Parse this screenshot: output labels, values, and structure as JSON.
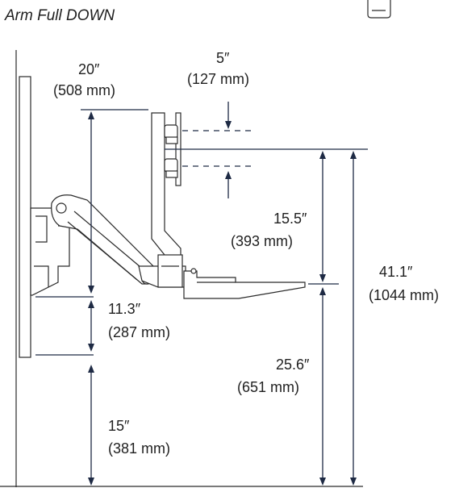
{
  "title": "Arm Full DOWN",
  "dimensions": {
    "arm_reach": {
      "imperial": "20″",
      "metric": "(508 mm)"
    },
    "tilt_offset": {
      "imperial": "5″",
      "metric": "(127 mm)"
    },
    "monitor_to_keyboard": {
      "imperial": "15.5″",
      "metric": "(393 mm)"
    },
    "total_height": {
      "imperial": "41.1″",
      "metric": "(1044 mm)"
    },
    "arm_to_mount": {
      "imperial": "11.3″",
      "metric": "(287 mm)"
    },
    "keyboard_height": {
      "imperial": "25.6″",
      "metric": "(651 mm)"
    },
    "mount_height": {
      "imperial": "15″",
      "metric": "(381 mm)"
    }
  }
}
